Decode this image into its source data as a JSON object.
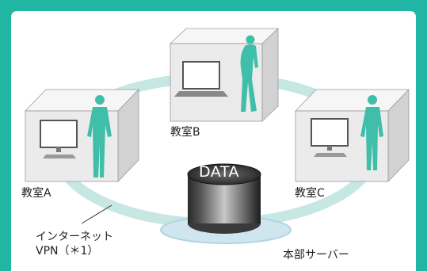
{
  "colors": {
    "frame": "#21b5a3",
    "ring": "#c6e7e2",
    "figure": "#3fbea9",
    "cube_front": "#ebebeb",
    "cube_top": "#f6f6f6",
    "cube_side": "#d2d2d2",
    "cylinder_dark": "#1a1a1a",
    "cylinder_light": "#bdbdbd"
  },
  "classrooms": [
    {
      "id": "b",
      "label": "教室B",
      "figure_pose": "leaning"
    },
    {
      "id": "a",
      "label": "教室A",
      "figure_pose": "standing"
    },
    {
      "id": "c",
      "label": "教室C",
      "figure_pose": "standing"
    }
  ],
  "server": {
    "cylinder_text": "DATA",
    "label": "本部サーバー"
  },
  "network": {
    "line1": "インターネット",
    "line2": "VPN（＊1）"
  },
  "icons": [
    "monitor-icon",
    "person-silhouette-icon",
    "database-cylinder-icon"
  ]
}
